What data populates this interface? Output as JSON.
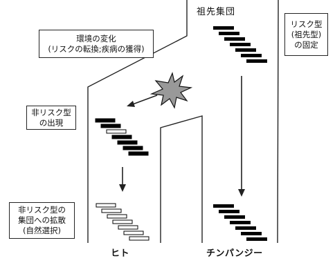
{
  "ancestral_group": "祖先集団",
  "environment_box": {
    "line1": "環境の変化",
    "line2": "(リスクの転換;疾病の獲得)"
  },
  "risk_fixed_box": {
    "line1": "リスク型",
    "line2": "(祖先型)",
    "line3": "の固定"
  },
  "nonrisk_emergence_box": {
    "line1": "非リスク型",
    "line2": "の出現"
  },
  "nonrisk_spread_box": {
    "line1": "非リスク型の",
    "line2": "集団への拡散",
    "line3": "(自然選択)"
  },
  "human_label": "ヒト",
  "chimp_label": "チンパンジー",
  "colors": {
    "risk_bar": "#000000",
    "nonrisk_bar_fill": "#ffffff",
    "line": "#222222",
    "starburst": "#999999"
  }
}
